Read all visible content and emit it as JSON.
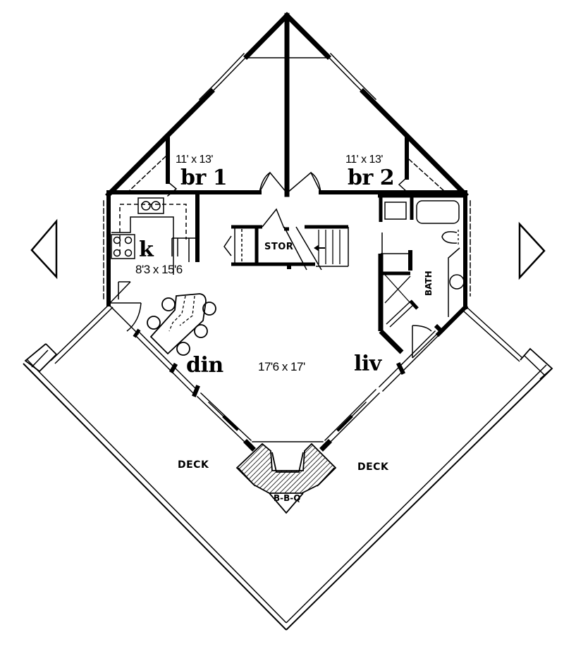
{
  "plan": {
    "type": "floor-plan",
    "rooms": [
      {
        "id": "br1",
        "label": "br 1",
        "dimensions": "11' x 13'"
      },
      {
        "id": "br2",
        "label": "br 2",
        "dimensions": "11' x 13'"
      },
      {
        "id": "kitchen",
        "label": "k",
        "dimensions": "8'3 x 15'6"
      },
      {
        "id": "dining",
        "label": "din",
        "dimensions": ""
      },
      {
        "id": "living",
        "label": "liv",
        "dimensions": "17'6 x 17'"
      },
      {
        "id": "storage",
        "label": "STOR",
        "dimensions": ""
      },
      {
        "id": "bath",
        "label": "BATH",
        "dimensions": ""
      }
    ],
    "exterior": {
      "deck_left": "DECK",
      "deck_right": "DECK",
      "bbq": "B-B-Q"
    },
    "shared_dimensions": "17'6 x 17'",
    "markers": [
      "section-arrow-left",
      "section-arrow-right"
    ],
    "colors": {
      "ink": "#000000",
      "paper": "#ffffff"
    }
  }
}
